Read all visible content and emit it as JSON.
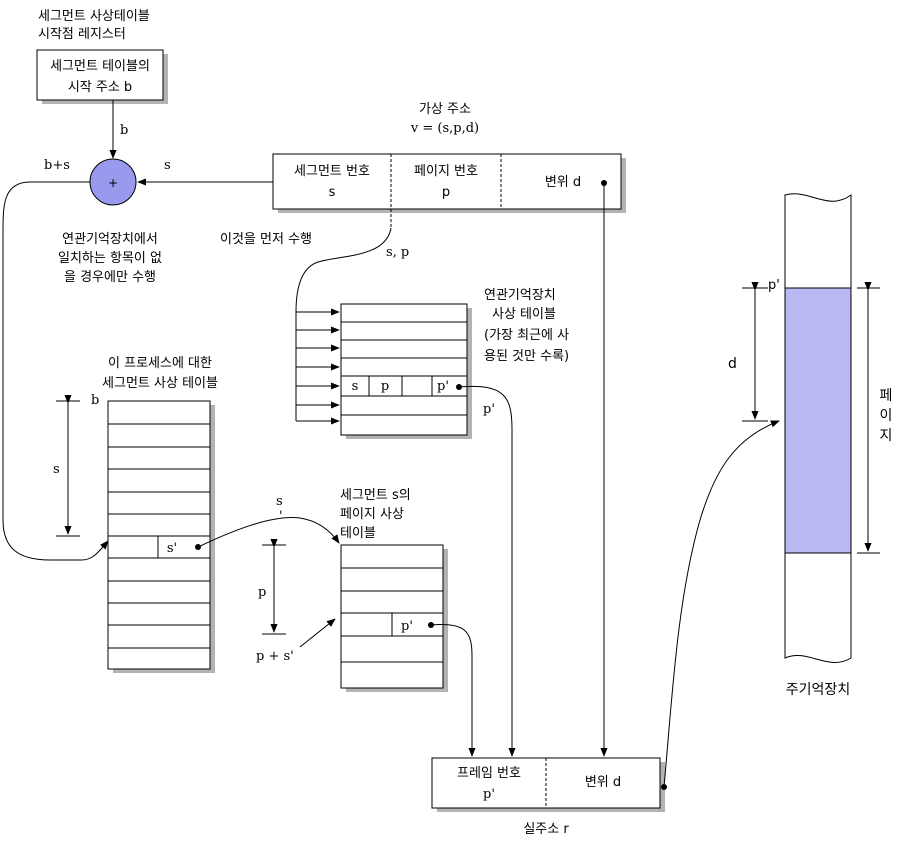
{
  "colors": {
    "adder_fill": "#9999ee",
    "page_fill": "#b8b8f2",
    "shadow": "#b3b3b3"
  },
  "register": {
    "caption_line1": "세그먼트 사상테이블",
    "caption_line2": "시작점 레지스터",
    "box_line1": "세그먼트 테이블의",
    "box_line2": "시작 주소 b"
  },
  "adder": {
    "symbol": "+",
    "label_b": "b",
    "label_bs": "b+s",
    "label_s": "s"
  },
  "virtual_address": {
    "caption_line1": "가상 주소",
    "caption_line2": "v = (s,p,d)",
    "segment_label": "세그먼트 번호",
    "segment_value": "s",
    "page_label": "페이지 번호",
    "page_value": "p",
    "offset_label": "변위 d"
  },
  "notes": {
    "fallback_line1": "연관기억장치에서",
    "fallback_line2": "일치하는 항목이 없",
    "fallback_line3": "을 경우에만 수행",
    "first": "이것을 먼저 수행",
    "sp": "s, p"
  },
  "associative": {
    "caption_line1": "연관기억장치",
    "caption_line2": "사상 테이블",
    "caption_line3": "(가장 최근에 사",
    "caption_line4": "용된 것만 수록)",
    "cell_s": "s",
    "cell_p": "p",
    "cell_pprime": "p'",
    "out_label": "p'"
  },
  "segment_table": {
    "caption_line1": "이 프로세스에 대한",
    "caption_line2": "세그먼트 사상 테이블",
    "label_b": "b",
    "label_s": "s",
    "entry": "s'"
  },
  "page_table": {
    "caption_line1": "세그먼트 s의",
    "caption_line2": "페이지 사상",
    "caption_line3": "테이블",
    "label_s": "s",
    "label_comma": "'",
    "label_p": "p",
    "label_pps": "p + s'",
    "entry": "p'"
  },
  "real_address": {
    "frame_label": "프레임 번호",
    "frame_value": "p'",
    "offset_label": "변위 d",
    "caption": "실주소 r"
  },
  "memory": {
    "label_pprime": "p'",
    "label_d": "d",
    "page_char1": "페",
    "page_char2": "이",
    "page_char3": "지",
    "caption": "주기억장치"
  }
}
